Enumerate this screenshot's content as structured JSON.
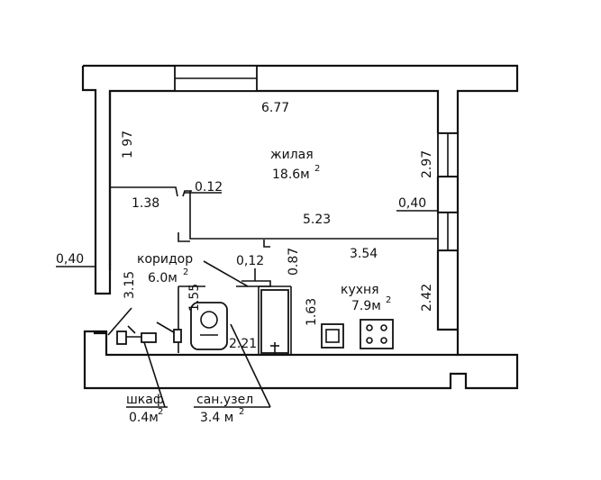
{
  "rooms": {
    "living": {
      "name": "жилая",
      "area": "18.6м",
      "sup": "2"
    },
    "corridor": {
      "name": "коридор",
      "area": "6.0м",
      "sup": "2"
    },
    "kitchen": {
      "name": "кухня",
      "area": "7.9м",
      "sup": "2"
    },
    "bathroom": {
      "name": "сан.узел",
      "area": "3.4 м",
      "sup": "2"
    },
    "closet": {
      "name": "шкаф",
      "area": "0.4м",
      "sup": "2"
    }
  },
  "dimensions": {
    "d677": "6.77",
    "d197": "1 97",
    "d297": "2.97",
    "d012a": "0.12",
    "d138": "1.38",
    "d040r": "0,40",
    "d523": "5.23",
    "d354": "3.54",
    "d040l": "0,40",
    "d315": "3.15",
    "d012b": "0,12",
    "d087": "0.87",
    "d155": "1.55",
    "d163": "1.63",
    "d242": "2.42",
    "d221": "2.21"
  }
}
